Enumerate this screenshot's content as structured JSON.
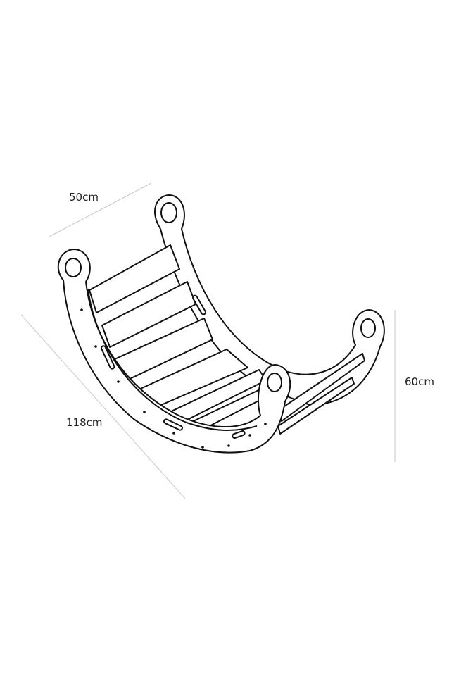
{
  "dimensions": {
    "width": "50cm",
    "length": "118cm",
    "height": "60cm"
  },
  "colors": {
    "line": "#111111",
    "dim_line": "#c8c8c8",
    "background": "#ffffff"
  }
}
